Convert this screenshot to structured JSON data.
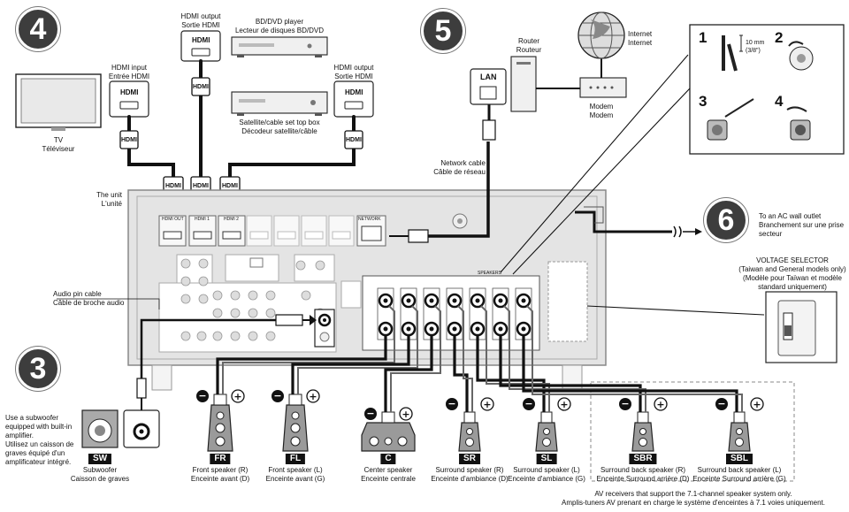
{
  "steps": {
    "tv_section": "4",
    "network_section": "5",
    "power_section": "6",
    "subwoofer_section": "3"
  },
  "tv": {
    "hdmi_input": [
      "HDMI input",
      "Entrée HDMI"
    ],
    "name": [
      "TV",
      "Téléviseur"
    ],
    "port_label": "HDMI"
  },
  "bd_player": {
    "hdmi_output": [
      "HDMI output",
      "Sortie HDMI"
    ],
    "name": [
      "BD/DVD player",
      "Lecteur de disques BD/DVD"
    ],
    "port_label": "HDMI"
  },
  "settop": {
    "hdmi_output": [
      "HDMI output",
      "Sortie HDMI"
    ],
    "name": [
      "Satellite/cable set top box",
      "Décodeur satellite/câble"
    ],
    "port_label": "HDMI"
  },
  "plug_label": "HDMI",
  "unit_label": [
    "The unit",
    "L'unité"
  ],
  "network": {
    "lan_label": "LAN",
    "router": [
      "Router",
      "Routeur"
    ],
    "internet": [
      "Internet",
      "Internet"
    ],
    "modem": [
      "Modem",
      "Modem"
    ],
    "cable": [
      "Network cable",
      "Câble de réseau"
    ]
  },
  "wiring_steps": {
    "step1": "1",
    "step2": "2",
    "step3": "3",
    "step4": "4",
    "strip_length": [
      "10 mm",
      "(3/8\")"
    ]
  },
  "power": {
    "outlet": [
      "To an AC wall outlet",
      "Branchement sur une prise",
      "secteur"
    ],
    "voltage_selector": [
      "VOLTAGE SELECTOR",
      "(Taiwan and General models only)",
      "(Modèle pour Taïwan et modèle",
      "standard uniquement)"
    ]
  },
  "audio_pin_cable": [
    "Audio pin cable",
    "Câble de broche audio"
  ],
  "subwoofer_note": [
    "Use a subwoofer",
    "equipped with built-in",
    "amplifier.",
    "Utilisez un caisson de",
    "graves équipé d'un",
    "amplificateur intégré."
  ],
  "speakers": [
    {
      "code": "SW",
      "name": [
        "Subwoofer",
        "Caisson de graves"
      ]
    },
    {
      "code": "FR",
      "name": [
        "Front speaker (R)",
        "Enceinte avant (D)"
      ]
    },
    {
      "code": "FL",
      "name": [
        "Front speaker (L)",
        "Enceinte avant (G)"
      ]
    },
    {
      "code": "C",
      "name": [
        "Center speaker",
        "Enceinte centrale"
      ]
    },
    {
      "code": "SR",
      "name": [
        "Surround speaker (R)",
        "Enceinte d'ambiance (D)"
      ]
    },
    {
      "code": "SL",
      "name": [
        "Surround speaker (L)",
        "Enceinte d'ambiance (G)"
      ]
    },
    {
      "code": "SBR",
      "name": [
        "Surround back speaker (R)",
        "Enceinte Surround arrière (D)"
      ]
    },
    {
      "code": "SBL",
      "name": [
        "Surround back speaker (L)",
        "Enceinte Surround arrière (G)"
      ]
    }
  ],
  "note_71": [
    "AV receivers that support the 7.1-channel speaker system only.",
    "Amplis-tuners AV prenant en charge le système d'enceintes à 7.1 voies uniquement."
  ],
  "panel": {
    "hdmi_out": "HDMI OUT",
    "hdmi1": "HDMI 1",
    "hdmi2": "HDMI 2",
    "network": "NETWORK",
    "speakers": "SPEAKERS"
  },
  "polarity": {
    "minus": "−",
    "plus": "+"
  }
}
